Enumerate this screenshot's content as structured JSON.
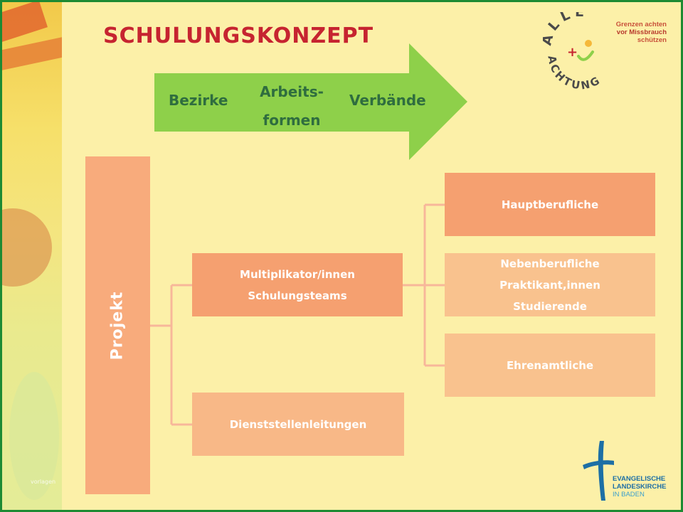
{
  "title": "SCHULUNGSKONZEPT",
  "arrow": {
    "left_label": "Bezirke",
    "middle_line1": "Arbeits-",
    "middle_line2": "formen",
    "right_label": "Verbände"
  },
  "nodes": {
    "projekt": "Projekt",
    "multiplikator_line1": "Multiplikator/innen",
    "multiplikator_line2": "Schulungsteams",
    "dienststellen": "Dienststellenleitungen",
    "hauptberufliche": "Hauptberufliche",
    "neben_line1": "Nebenberufliche",
    "neben_line2": "Praktikant,innen",
    "neben_line3": "Studierende",
    "ehrenamtliche": "Ehrenamtliche"
  },
  "logo_alle": {
    "word_top": "ALLE",
    "word_bottom": "ACHTUNG",
    "tagline_1": "Grenzen achten",
    "tagline_2": "vor Missbrauch",
    "tagline_3": "schützen"
  },
  "logo_ekiba": {
    "line1": "EVANGELISCHE",
    "line2": "LANDESKIRCHE",
    "line3": "IN BADEN"
  },
  "footnote": "vorlagen",
  "colors": {
    "background": "#fcf0a8",
    "frame": "#1d8a33",
    "arrow": "#8ed04a",
    "title": "#c62430",
    "box_dark": "#f5a070",
    "box_light": "#f9c28e",
    "connector": "#f7b79a"
  }
}
